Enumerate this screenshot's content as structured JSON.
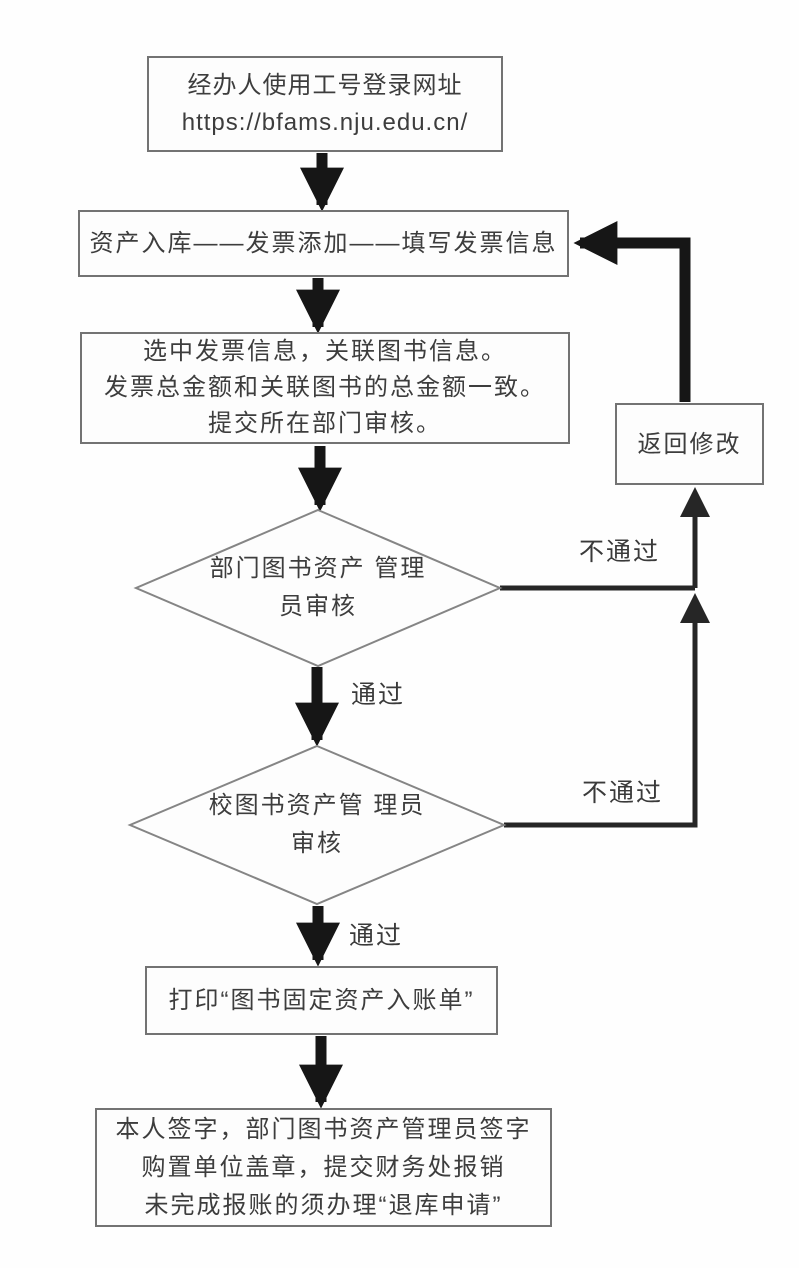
{
  "flowchart": {
    "nodes": {
      "login": {
        "line1": "经办人使用工号登录网址",
        "line2": "https://bfams.nju.edu.cn/"
      },
      "invoice": {
        "label": "资产入库——发票添加——填写发票信息"
      },
      "link": {
        "line1": "选中发票信息，关联图书信息。",
        "line2": "发票总金额和关联图书的总金额一致。",
        "line3": "提交所在部门审核。"
      },
      "dept_review": {
        "line1": "部门图书资产",
        "line2": "管理员审核"
      },
      "school_review": {
        "line1": "校图书资产管",
        "line2": "理员审核"
      },
      "print": {
        "label": "打印“图书固定资产入账单”"
      },
      "final": {
        "line1": "本人签字，部门图书资产管理员签字",
        "line2": "购置单位盖章，提交财务处报销",
        "line3": "未完成报账的须办理“退库申请”"
      },
      "return_fix": {
        "label": "返回修改"
      }
    },
    "edge_labels": {
      "pass_1": "通过",
      "pass_2": "通过",
      "fail_1": "不通过",
      "fail_2": "不通过"
    },
    "colors": {
      "arrow_thick": "#161616",
      "arrow_thin": "#262626",
      "shape_border": "#737373",
      "diamond_border": "#858585",
      "text": "#3d3d3d",
      "background": "#fefefe"
    }
  }
}
